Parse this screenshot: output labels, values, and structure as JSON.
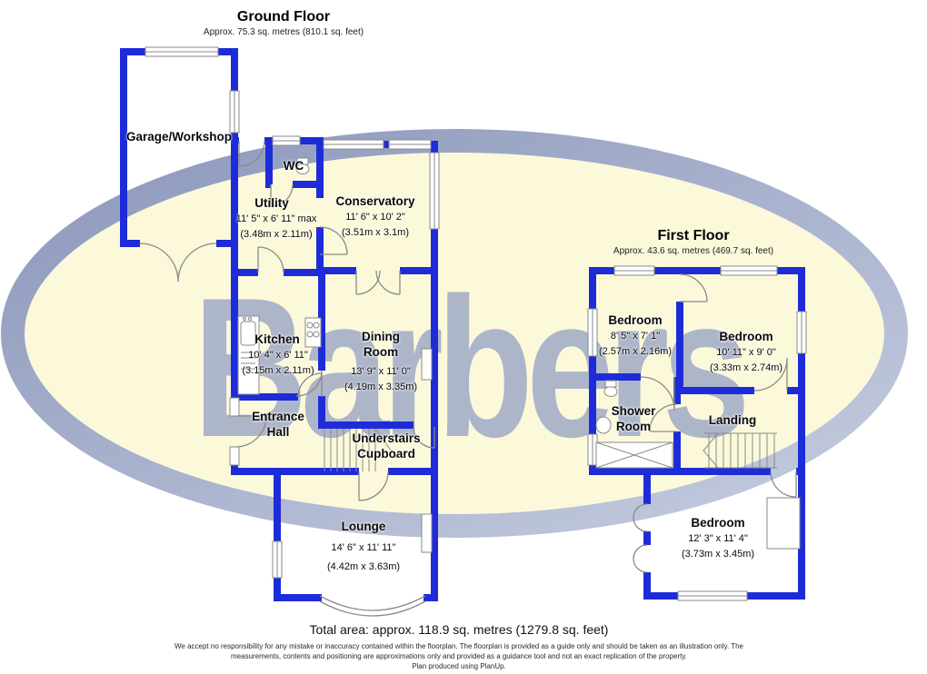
{
  "watermark_text": "Barbers",
  "colors": {
    "wall": "#1d2cd8",
    "ellipse_fill": "#fbf9da",
    "ring_dark": "#8b97bb",
    "ring_light": "#c6cde0",
    "watermark": "#9aa5c5",
    "fixture_outline": "#8a8a8a"
  },
  "ground_floor": {
    "title": "Ground Floor",
    "subtitle": "Approx. 75.3 sq. metres (810.1 sq. feet)",
    "rooms": {
      "garage": {
        "label": "Garage/Workshop"
      },
      "wc": {
        "label": "WC"
      },
      "utility": {
        "label": "Utility",
        "imperial": "11' 5\" x 6' 11\" max",
        "metric": "(3.48m x 2.11m)"
      },
      "conservatory": {
        "label": "Conservatory",
        "imperial": "11' 6\" x 10' 2\"",
        "metric": "(3.51m x 3.1m)"
      },
      "kitchen": {
        "label": "Kitchen",
        "imperial": "10' 4\" x 6' 11\"",
        "metric": "(3.15m x 2.11m)"
      },
      "dining": {
        "label": "Dining Room",
        "imperial": "13' 9\" x 11' 0\"",
        "metric": "(4.19m x 3.35m)"
      },
      "entrance": {
        "label": "Entrance Hall"
      },
      "understairs": {
        "label": "Understairs Cupboard"
      },
      "lounge": {
        "label": "Lounge",
        "imperial": "14' 6\" x 11' 11\"",
        "metric": "(4.42m x 3.63m)"
      }
    }
  },
  "first_floor": {
    "title": "First Floor",
    "subtitle": "Approx. 43.6 sq. metres (469.7 sq. feet)",
    "rooms": {
      "bedroom1": {
        "label": "Bedroom",
        "imperial": "8' 5\" x 7' 1\"",
        "metric": "(2.57m x 2.16m)"
      },
      "bedroom2": {
        "label": "Bedroom",
        "imperial": "10' 11\" x 9' 0\"",
        "metric": "(3.33m x 2.74m)"
      },
      "shower": {
        "label": "Shower Room"
      },
      "landing": {
        "label": "Landing"
      },
      "bedroom3": {
        "label": "Bedroom",
        "imperial": "12' 3\" x 11' 4\"",
        "metric": "(3.73m x 3.45m)"
      }
    }
  },
  "footer": {
    "total": "Total area: approx. 118.9 sq. metres (1279.8 sq. feet)",
    "disclaimer": "We accept no responsibility for any mistake or inaccuracy contained within the floorplan. The floorplan is provided as a guide only and should be taken as an illustration only. The measurements, contents and positioning are approximations only and provided as a guidance tool and not an exact replication of the property.",
    "produced": "Plan produced using PlanUp."
  }
}
